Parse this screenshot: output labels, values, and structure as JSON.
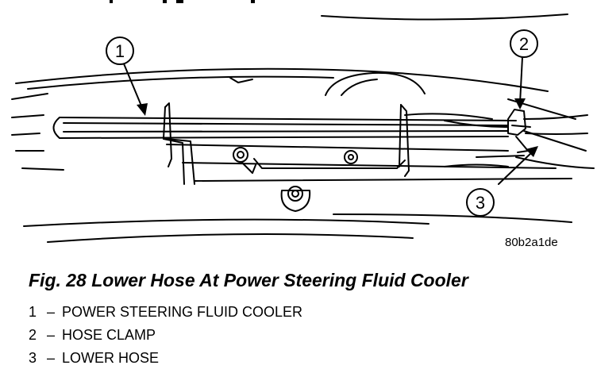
{
  "callouts": [
    "1",
    "2",
    "3"
  ],
  "figure_code": "80b2a1de",
  "caption": "Fig. 28 Lower Hose At Power Steering Fluid Cooler",
  "legend": [
    {
      "num": "1",
      "sep": "–",
      "text": "POWER STEERING FLUID COOLER"
    },
    {
      "num": "2",
      "sep": "–",
      "text": "HOSE CLAMP"
    },
    {
      "num": "3",
      "sep": "–",
      "text": "LOWER HOSE"
    }
  ]
}
